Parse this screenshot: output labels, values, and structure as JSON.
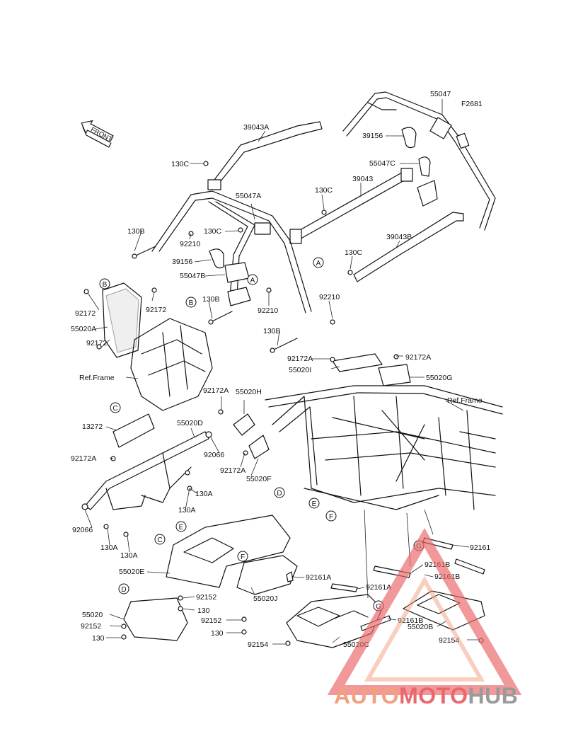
{
  "figure_code": "F2681",
  "front_label": "FRONT",
  "labels": [
    {
      "id": "p55047",
      "text": "55047"
    },
    {
      "id": "p39043a",
      "text": "39043A"
    },
    {
      "id": "p39156-top",
      "text": "39156"
    },
    {
      "id": "p130c-1",
      "text": "130C"
    },
    {
      "id": "p55047c",
      "text": "55047C"
    },
    {
      "id": "p39043",
      "text": "39043"
    },
    {
      "id": "p130c-2",
      "text": "130C"
    },
    {
      "id": "p55047a",
      "text": "55047A"
    },
    {
      "id": "p130b-1",
      "text": "130B"
    },
    {
      "id": "p92210-1",
      "text": "92210"
    },
    {
      "id": "p130c-3",
      "text": "130C"
    },
    {
      "id": "p39043b",
      "text": "39043B"
    },
    {
      "id": "p130c-4",
      "text": "130C"
    },
    {
      "id": "p39156-mid",
      "text": "39156"
    },
    {
      "id": "p55047b",
      "text": "55047B"
    },
    {
      "id": "p92210-2",
      "text": "92210"
    },
    {
      "id": "p130b-2",
      "text": "130B"
    },
    {
      "id": "p92210-3",
      "text": "92210"
    },
    {
      "id": "p92172-1",
      "text": "92172"
    },
    {
      "id": "p92172-2",
      "text": "92172"
    },
    {
      "id": "p55020a",
      "text": "55020A"
    },
    {
      "id": "p92172-3",
      "text": "92172"
    },
    {
      "id": "p130b-3",
      "text": "130B"
    },
    {
      "id": "p92172a-1",
      "text": "92172A"
    },
    {
      "id": "p92172a-2",
      "text": "92172A"
    },
    {
      "id": "p55020i",
      "text": "55020I"
    },
    {
      "id": "p55020g",
      "text": "55020G"
    },
    {
      "id": "ref-frame-1",
      "text": "Ref.Frame"
    },
    {
      "id": "p92172a-3",
      "text": "92172A"
    },
    {
      "id": "p55020h",
      "text": "55020H"
    },
    {
      "id": "ref-frame-2",
      "text": "Ref.Frame"
    },
    {
      "id": "p13272",
      "text": "13272"
    },
    {
      "id": "p55020d",
      "text": "55020D"
    },
    {
      "id": "p92066-1",
      "text": "92066"
    },
    {
      "id": "p92172a-4",
      "text": "92172A"
    },
    {
      "id": "p92172a-5",
      "text": "92172A"
    },
    {
      "id": "p55020f",
      "text": "55020F"
    },
    {
      "id": "p130a-1",
      "text": "130A"
    },
    {
      "id": "p130a-2",
      "text": "130A"
    },
    {
      "id": "p92066-2",
      "text": "92066"
    },
    {
      "id": "p130a-3",
      "text": "130A"
    },
    {
      "id": "p130a-4",
      "text": "130A"
    },
    {
      "id": "p92161",
      "text": "92161"
    },
    {
      "id": "p55020e",
      "text": "55020E"
    },
    {
      "id": "p92161a-1",
      "text": "92161A"
    },
    {
      "id": "p92161b-1",
      "text": "92161B"
    },
    {
      "id": "p92161b-2",
      "text": "92161B"
    },
    {
      "id": "p92161a-2",
      "text": "92161A"
    },
    {
      "id": "p92152-1",
      "text": "92152"
    },
    {
      "id": "p130-1",
      "text": "130"
    },
    {
      "id": "p55020j",
      "text": "55020J"
    },
    {
      "id": "p55020",
      "text": "55020"
    },
    {
      "id": "p92152-2",
      "text": "92152"
    },
    {
      "id": "p92161b-3",
      "text": "92161B"
    },
    {
      "id": "p92152-3",
      "text": "92152"
    },
    {
      "id": "p130-2",
      "text": "130"
    },
    {
      "id": "p55020b",
      "text": "55020B"
    },
    {
      "id": "p130-3",
      "text": "130"
    },
    {
      "id": "p92154-1",
      "text": "92154"
    },
    {
      "id": "p55020c",
      "text": "55020C"
    },
    {
      "id": "p92154-2",
      "text": "92154"
    }
  ],
  "callouts": [
    {
      "id": "A1",
      "text": "A"
    },
    {
      "id": "A2",
      "text": "A"
    },
    {
      "id": "B1",
      "text": "B"
    },
    {
      "id": "B2",
      "text": "B"
    },
    {
      "id": "C1",
      "text": "C"
    },
    {
      "id": "C2",
      "text": "C"
    },
    {
      "id": "D1",
      "text": "D"
    },
    {
      "id": "D2",
      "text": "D"
    },
    {
      "id": "E1",
      "text": "E"
    },
    {
      "id": "E2",
      "text": "E"
    },
    {
      "id": "F1",
      "text": "F"
    },
    {
      "id": "F2",
      "text": "F"
    },
    {
      "id": "G1",
      "text": "G"
    },
    {
      "id": "G2",
      "text": "G"
    }
  ],
  "watermark": {
    "part1": "AUTO",
    "part2": "MOTO",
    "part3": "HUB"
  },
  "colors": {
    "line": "#111111",
    "watermark_orange": "#f2a07e",
    "watermark_red": "#e8686b",
    "watermark_gray": "#9a9a9a"
  }
}
